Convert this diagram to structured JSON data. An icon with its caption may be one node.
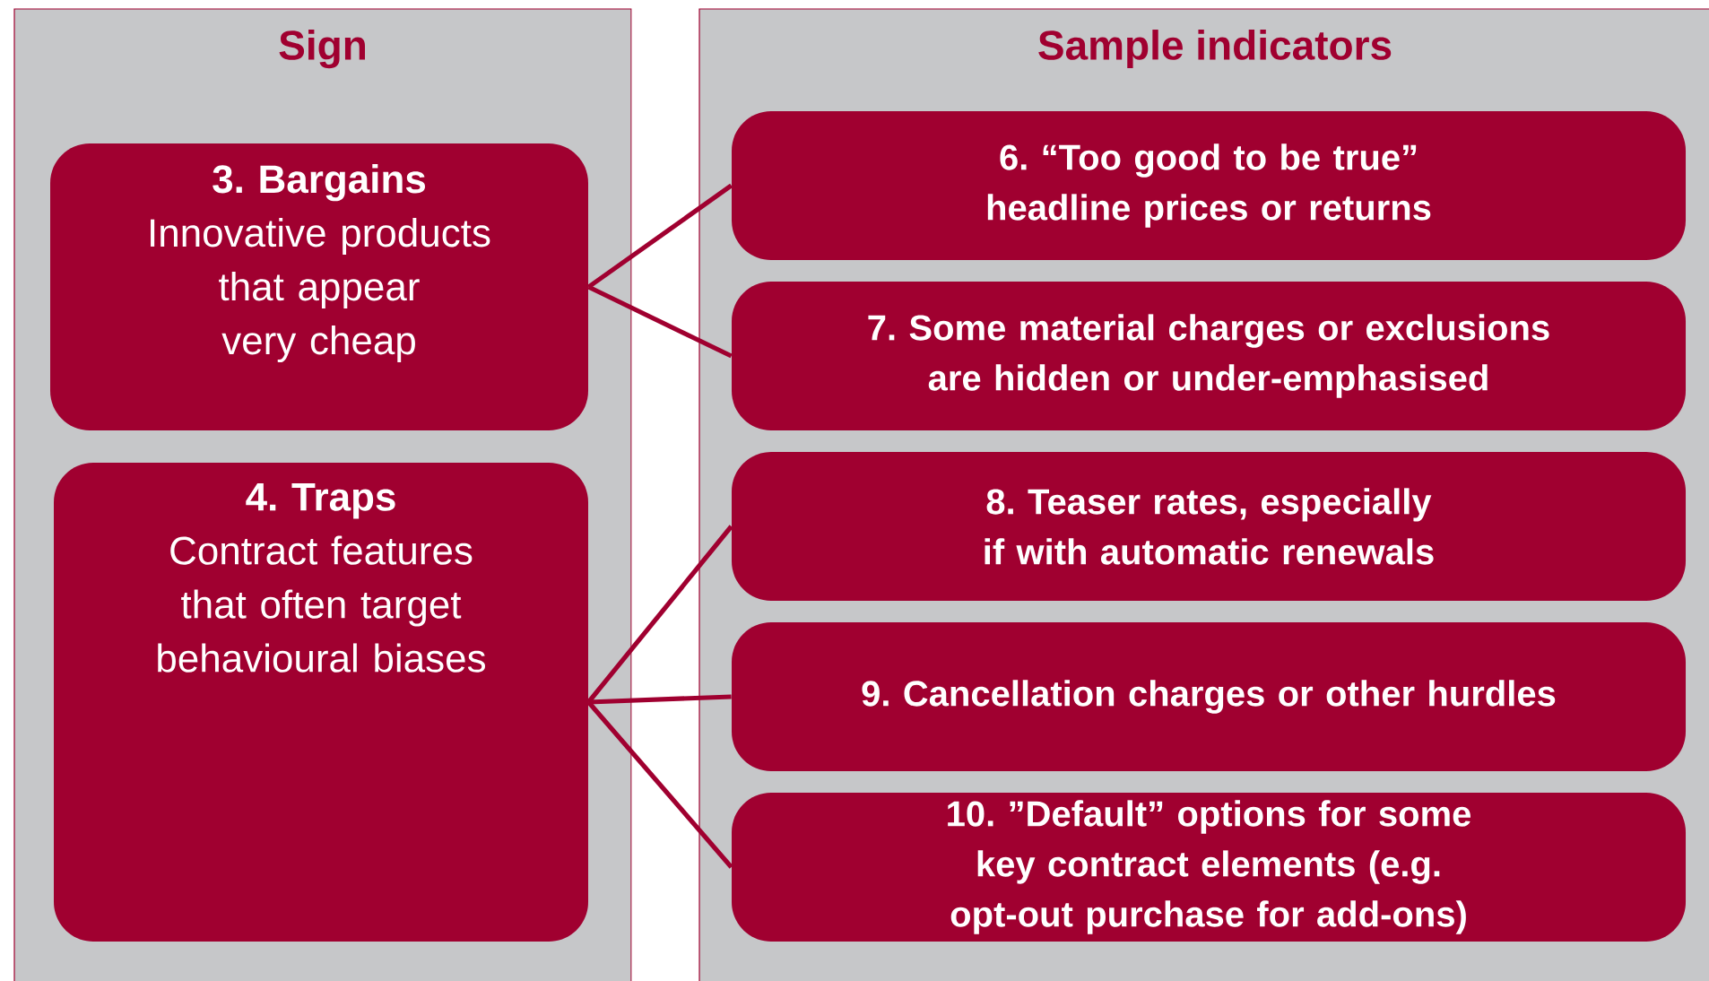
{
  "diagram": {
    "nodes": [
      {
        "text": [
          "Sign"
        ]
      },
      {
        "text": [
          "Sample indicators"
        ]
      },
      {
        "text": [
          "3. Bargains",
          "Innovative products that appear very cheap"
        ],
        "in": 0
      },
      {
        "text": [
          "4. Traps",
          "Contract features that often target behavioural biases"
        ],
        "in": 0
      },
      {
        "text": [
          "6. “Too good to be true” headline prices or returns"
        ],
        "in": 1
      },
      {
        "text": [
          "7. Some material charges or exclusions are hidden or under-emphasised"
        ],
        "in": 1
      },
      {
        "text": [
          "8. Teaser rates, especially if with automatic renewals"
        ],
        "in": 1
      },
      {
        "text": [
          "9. Cancellation charges or other hurdles"
        ],
        "in": 1
      },
      {
        "text": [
          "10. ”Default” options for some key contract elements (e.g. opt-out purchase for add-ons)"
        ],
        "in": 1
      }
    ],
    "edges": [
      {
        "from": 2,
        "to": 4,
        "arrow": "none"
      },
      {
        "from": 2,
        "to": 5,
        "arrow": "none"
      },
      {
        "from": 3,
        "to": 6,
        "arrow": "none"
      },
      {
        "from": 3,
        "to": 7,
        "arrow": "none"
      },
      {
        "from": 3,
        "to": 8,
        "arrow": "none"
      }
    ]
  }
}
